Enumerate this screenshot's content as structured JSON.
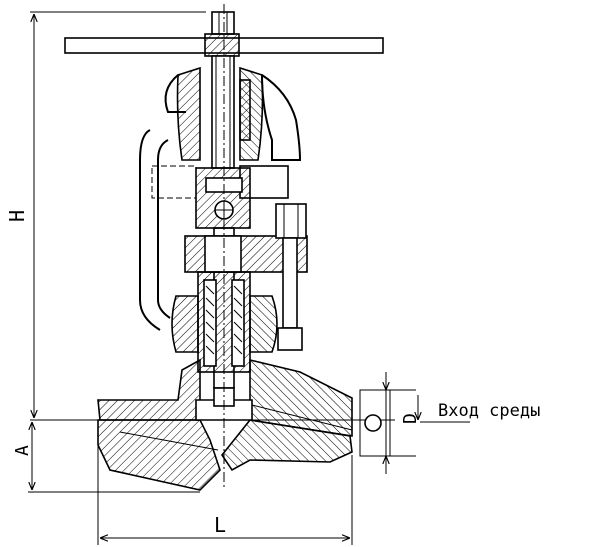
{
  "labels": {
    "height": "H",
    "length": "L",
    "diameter": "D",
    "offset": "A",
    "inlet": "Вход среды"
  }
}
